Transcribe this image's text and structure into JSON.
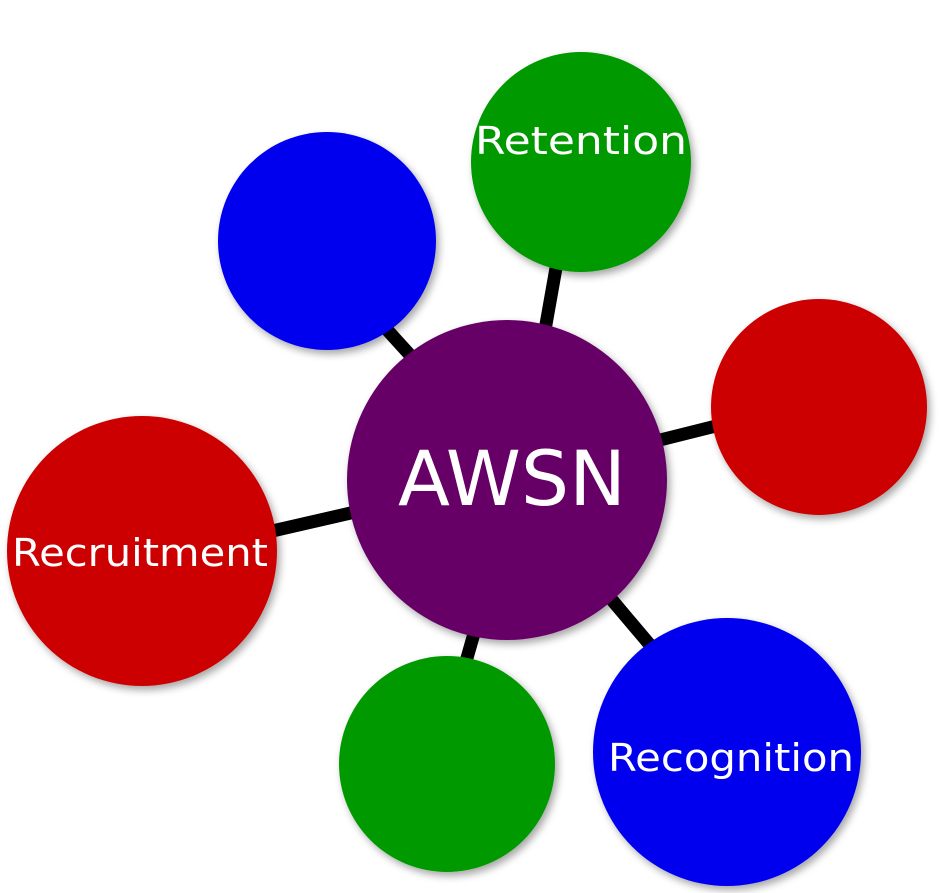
{
  "diagram": {
    "hub": {
      "label": "AWSN",
      "color": "#660066"
    },
    "nodes": [
      {
        "id": "retention",
        "label": "Retention",
        "color": "#009900"
      },
      {
        "id": "blue-top-left",
        "label": "",
        "color": "#0000ee"
      },
      {
        "id": "red-right",
        "label": "",
        "color": "#cc0000"
      },
      {
        "id": "recruitment",
        "label": "Recruitment",
        "color": "#cc0000"
      },
      {
        "id": "green-bottom",
        "label": "",
        "color": "#009900"
      },
      {
        "id": "recognition",
        "label": "Recognition",
        "color": "#0000ee"
      }
    ],
    "connector_color": "#000000"
  }
}
